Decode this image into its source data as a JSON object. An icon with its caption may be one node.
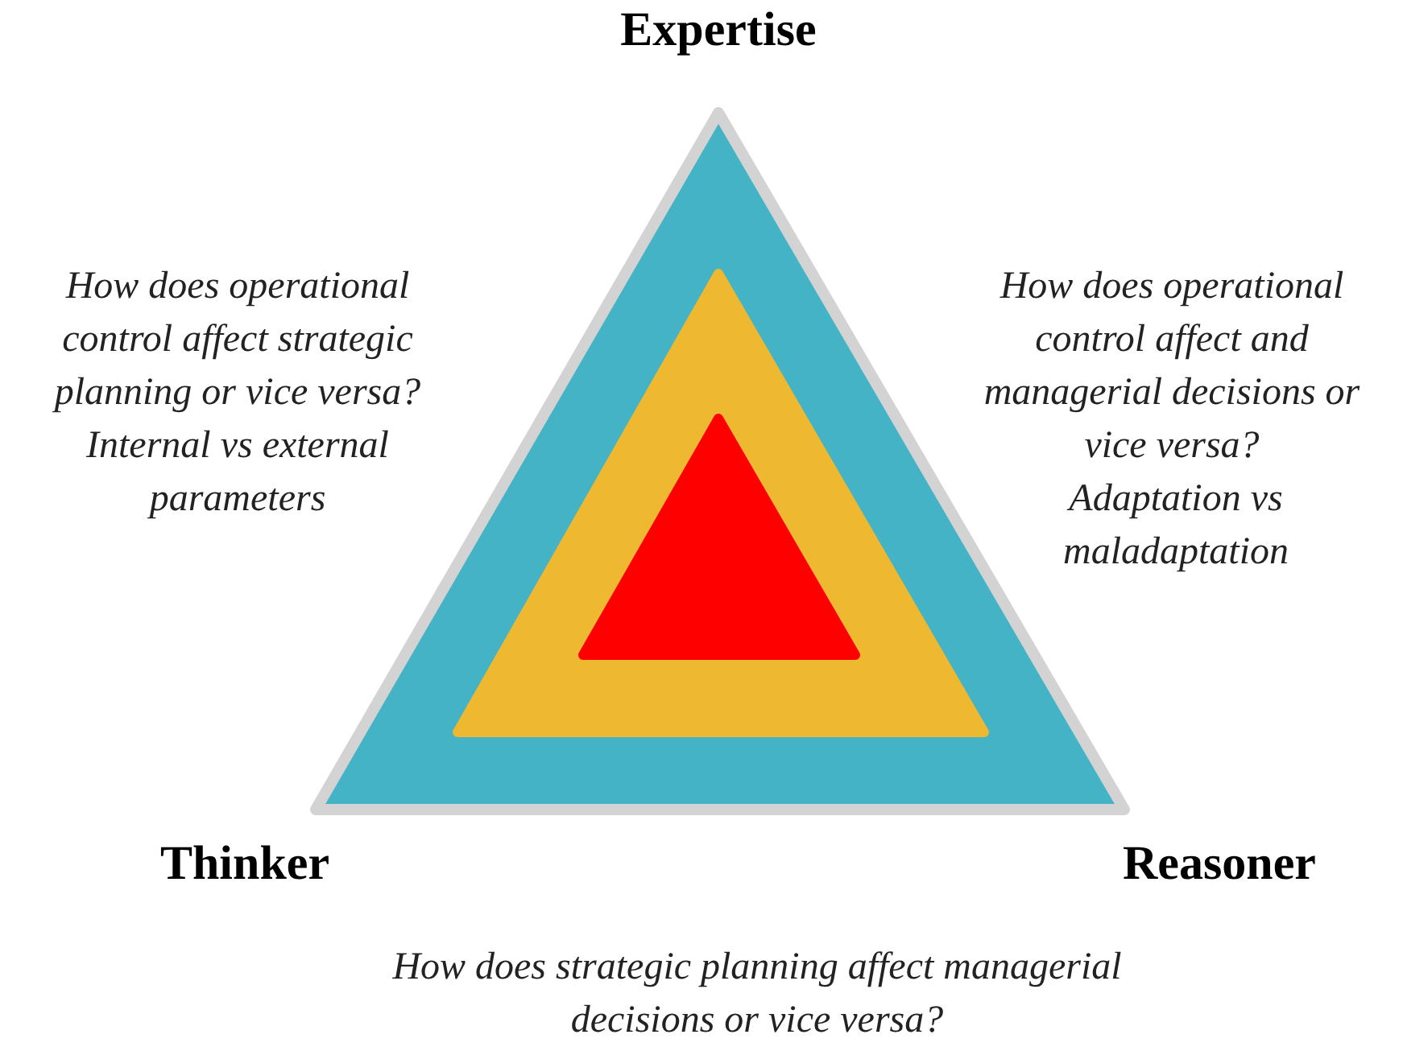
{
  "diagram": {
    "labels": [
      "Expertise",
      "How does operational control affect strategic planning or vice versa?",
      "Internal vs external parameters",
      "How does operational control affect and managerial decisions or vice versa?",
      "Adaptation vs maladaptation",
      "Thinker",
      "Reasoner",
      "How does strategic planning affect managerial decisions or vice versa?"
    ]
  }
}
